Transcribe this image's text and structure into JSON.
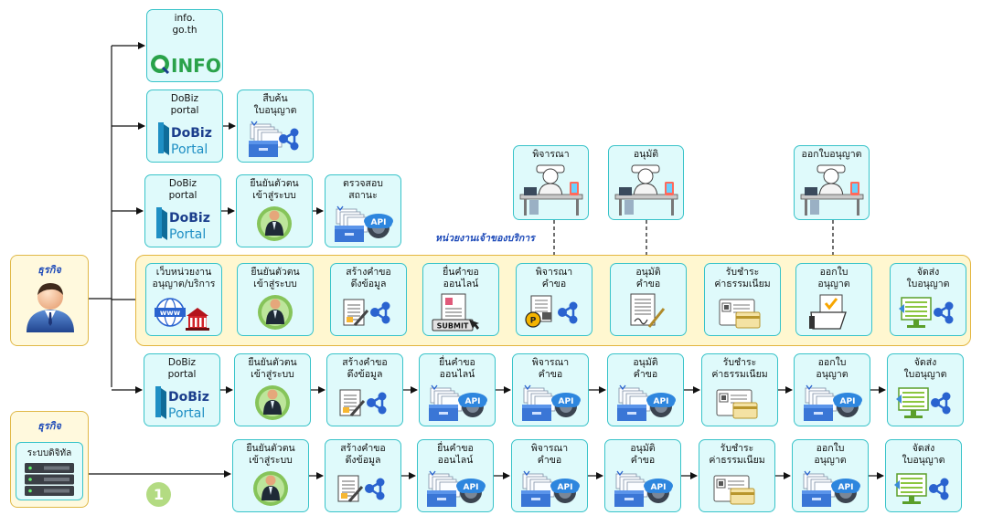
{
  "actors": [
    {
      "title": "ธุรกิจ",
      "icon": "business-user-icon"
    },
    {
      "title": "ธุรกิจ",
      "sub_label": "ระบบดิจิทัล",
      "icon": "server-rack-icon"
    }
  ],
  "band_label": "หน่วยงานเจ้าของบริการ",
  "step_badge": "1",
  "top_reviewers": [
    {
      "label": "พิจารณา",
      "icon": "officer-desk-icon"
    },
    {
      "label": "อนุมัติ",
      "icon": "officer-desk-icon"
    },
    {
      "label": "ออกใบอนุญาต",
      "icon": "officer-desk-icon"
    }
  ],
  "rows": [
    {
      "id": "row1",
      "steps": [
        {
          "label": "info.\ngo.th",
          "icon": "info-go-th-logo"
        }
      ]
    },
    {
      "id": "row2",
      "steps": [
        {
          "label": "DoBiz\nportal",
          "icon": "dobiz-portal-logo",
          "logo_text": [
            "DoBiz",
            "Portal"
          ]
        },
        {
          "label": "สืบค้น\nใบอนุญาต",
          "icon": "file-cabinet-network-icon"
        }
      ]
    },
    {
      "id": "row3",
      "steps": [
        {
          "label": "DoBiz\nportal",
          "icon": "dobiz-portal-logo",
          "logo_text": [
            "DoBiz",
            "Portal"
          ]
        },
        {
          "label": "ยืนยันตัวตน\nเข้าสู่ระบบ",
          "icon": "identity-user-icon"
        },
        {
          "label": "ตรวจสอบ\nสถานะ",
          "icon": "file-cabinet-api-icon",
          "api_text": "API"
        }
      ]
    },
    {
      "id": "row4",
      "steps": [
        {
          "label": "เว็บหน่วยงาน\nอนุญาต/บริการ",
          "icon": "www-building-icon",
          "www_text": "www"
        },
        {
          "label": "ยืนยันตัวตน\nเข้าสู่ระบบ",
          "icon": "identity-user-icon"
        },
        {
          "label": "สร้างคำขอ\nดึงข้อมูล",
          "icon": "form-network-icon"
        },
        {
          "label": "ยื่นคำขอ\nออนไลน์",
          "icon": "submit-form-icon",
          "submit_text": "SUBMIT"
        },
        {
          "label": "พิจารณา\nคำขอ",
          "icon": "stamp-network-icon"
        },
        {
          "label": "อนุมัติ\nคำขอ",
          "icon": "signed-document-icon"
        },
        {
          "label": "รับชำระ\nค่าธรรมเนียม",
          "icon": "payment-card-icon"
        },
        {
          "label": "ออกใบ\nอนุญาต",
          "icon": "license-checkbox-icon"
        },
        {
          "label": "จัดส่ง\nใบอนุญาต",
          "icon": "monitor-network-icon"
        }
      ]
    },
    {
      "id": "row5",
      "steps": [
        {
          "label": "DoBiz\nportal",
          "icon": "dobiz-portal-logo",
          "logo_text": [
            "DoBiz",
            "Portal"
          ]
        },
        {
          "label": "ยืนยันตัวตน\nเข้าสู่ระบบ",
          "icon": "identity-user-icon"
        },
        {
          "label": "สร้างคำขอ\nดึงข้อมูล",
          "icon": "form-network-icon"
        },
        {
          "label": "ยื่นคำขอ\nออนไลน์",
          "icon": "file-cabinet-api-icon",
          "api_text": "API"
        },
        {
          "label": "พิจารณา\nคำขอ",
          "icon": "file-cabinet-api-icon",
          "api_text": "API"
        },
        {
          "label": "อนุมัติ\nคำขอ",
          "icon": "file-cabinet-api-icon",
          "api_text": "API"
        },
        {
          "label": "รับชำระ\nค่าธรรมเนียม",
          "icon": "payment-card-icon"
        },
        {
          "label": "ออกใบ\nอนุญาต",
          "icon": "file-cabinet-api-icon",
          "api_text": "API"
        },
        {
          "label": "จัดส่ง\nใบอนุญาต",
          "icon": "monitor-network-icon"
        }
      ]
    },
    {
      "id": "row6",
      "steps": [
        {
          "label": "ยืนยันตัวตน\nเข้าสู่ระบบ",
          "icon": "identity-user-icon"
        },
        {
          "label": "สร้างคำขอ\nดึงข้อมูล",
          "icon": "form-network-icon"
        },
        {
          "label": "ยื่นคำขอ\nออนไลน์",
          "icon": "file-cabinet-api-icon",
          "api_text": "API"
        },
        {
          "label": "พิจารณา\nคำขอ",
          "icon": "file-cabinet-api-icon",
          "api_text": "API"
        },
        {
          "label": "อนุมัติ\nคำขอ",
          "icon": "file-cabinet-api-icon",
          "api_text": "API"
        },
        {
          "label": "รับชำระ\nค่าธรรมเนียม",
          "icon": "payment-card-icon"
        },
        {
          "label": "ออกใบ\nอนุญาต",
          "icon": "file-cabinet-api-icon",
          "api_text": "API"
        },
        {
          "label": "จัดส่ง\nใบอนุญาต",
          "icon": "monitor-network-icon"
        }
      ]
    }
  ]
}
